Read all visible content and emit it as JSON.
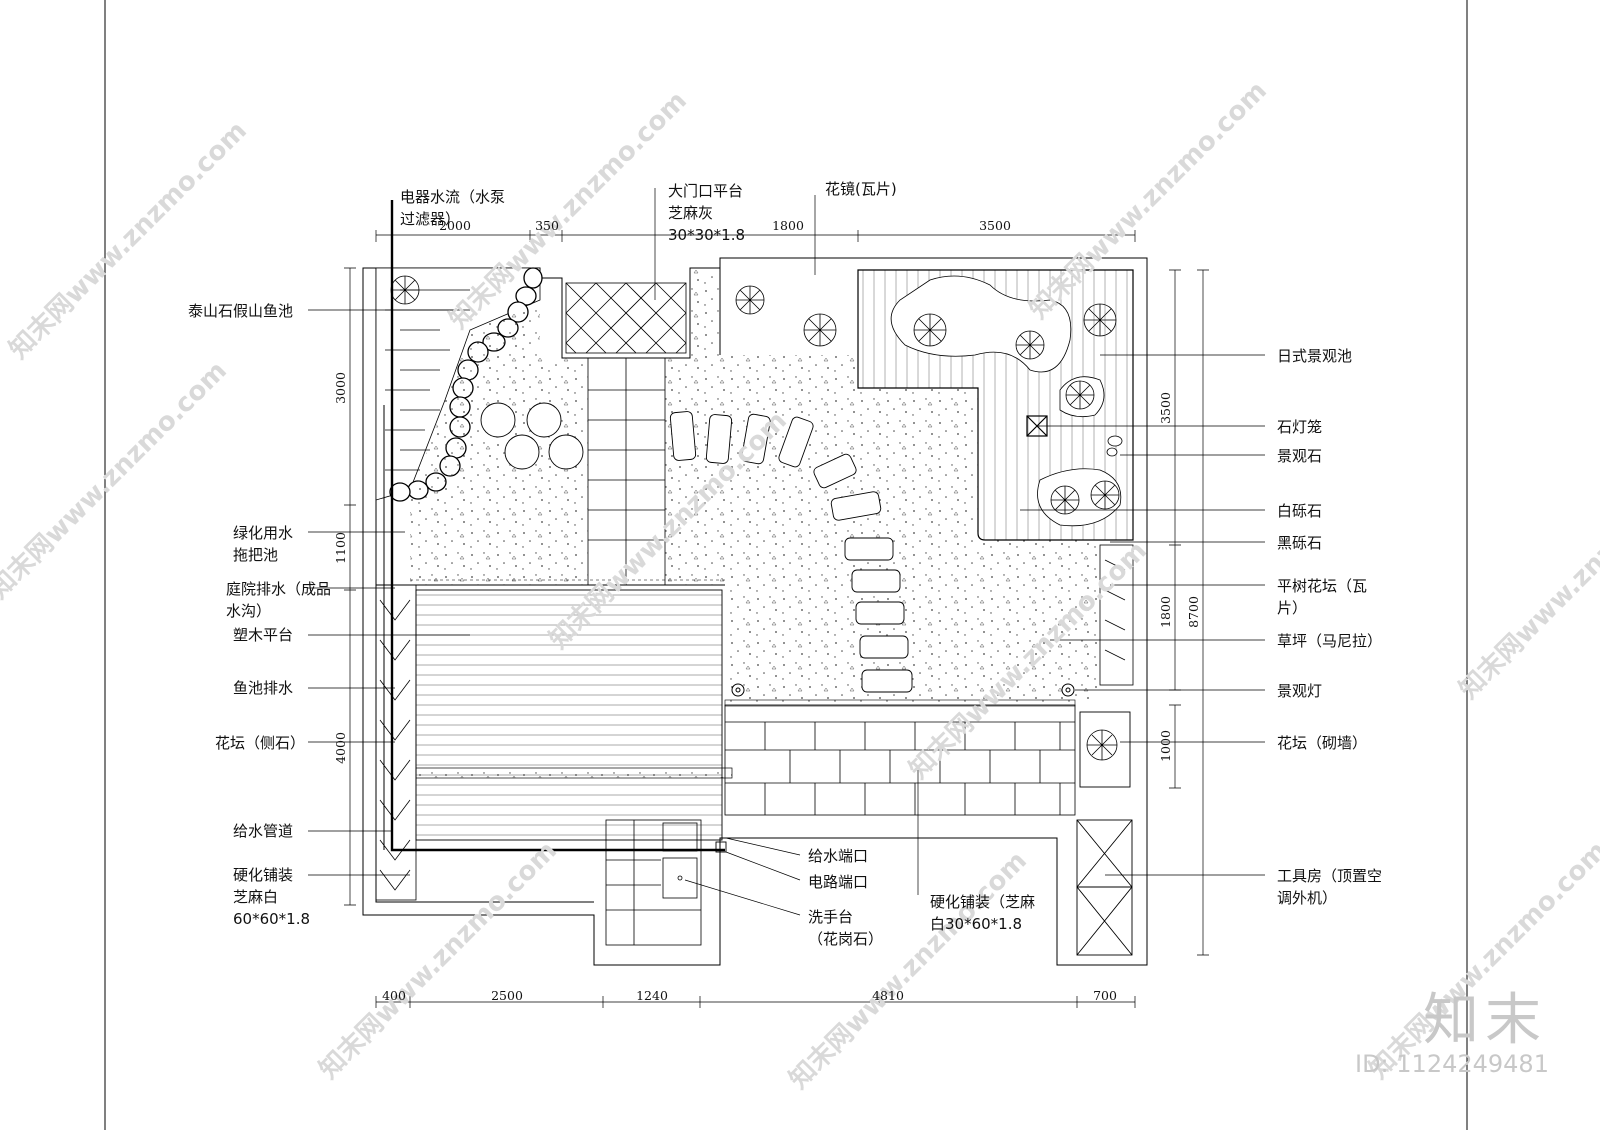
{
  "labels_left": [
    {
      "id": "fishpond",
      "lines": [
        "泰山石假山鱼池"
      ]
    },
    {
      "id": "mop-pool",
      "lines": [
        "绿化用水",
        "拖把池"
      ]
    },
    {
      "id": "drain",
      "lines": [
        "庭院排水（成品",
        "水沟）"
      ]
    },
    {
      "id": "deck",
      "lines": [
        "塑木平台"
      ]
    },
    {
      "id": "pond-drain",
      "lines": [
        "鱼池排水"
      ]
    },
    {
      "id": "flowerbed-side",
      "lines": [
        "花坛（侧石）"
      ]
    },
    {
      "id": "water-pipe",
      "lines": [
        "给水管道"
      ]
    },
    {
      "id": "paving-white",
      "lines": [
        "硬化铺装",
        "芝麻白",
        "60*60*1.8"
      ]
    }
  ],
  "labels_right": [
    {
      "id": "japanese-pond",
      "lines": [
        "日式景观池"
      ]
    },
    {
      "id": "stone-lantern",
      "lines": [
        "石灯笼"
      ]
    },
    {
      "id": "landscape-stone",
      "lines": [
        "景观石"
      ]
    },
    {
      "id": "white-gravel",
      "lines": [
        "白砾石"
      ]
    },
    {
      "id": "black-gravel",
      "lines": [
        "黑砾石"
      ]
    },
    {
      "id": "tree-bed",
      "lines": [
        "平树花坛（瓦",
        "片）"
      ]
    },
    {
      "id": "lawn",
      "lines": [
        "草坪（马尼拉）"
      ]
    },
    {
      "id": "garden-light",
      "lines": [
        "景观灯"
      ]
    },
    {
      "id": "flowerbed-wall",
      "lines": [
        "花坛（砌墙）"
      ]
    },
    {
      "id": "tool-room",
      "lines": [
        "工具房（顶置空",
        "调外机）"
      ]
    }
  ],
  "labels_top": [
    {
      "id": "pump",
      "lines": [
        "电器水流（水泵",
        "过滤器）"
      ]
    },
    {
      "id": "gate-platform",
      "lines": [
        "大门口平台",
        "芝麻灰",
        "30*30*1.8"
      ]
    },
    {
      "id": "flower-mirror",
      "lines": [
        "花镜(瓦片)"
      ]
    }
  ],
  "labels_bottom": [
    {
      "id": "water-port",
      "lines": [
        "给水端口"
      ]
    },
    {
      "id": "power-port",
      "lines": [
        "电路端口"
      ]
    },
    {
      "id": "wash-basin",
      "lines": [
        "洗手台",
        "（花岗石）"
      ]
    },
    {
      "id": "paving-hard",
      "lines": [
        "硬化铺装（芝麻",
        "白30*60*1.8"
      ]
    }
  ],
  "dimensions": {
    "top": [
      "2000",
      "350",
      "1800",
      "3500"
    ],
    "bottom": [
      "400",
      "2500",
      "1240",
      "4810",
      "700"
    ],
    "left": [
      "3000",
      "1100",
      "4000"
    ],
    "right": [
      "3500",
      "1800",
      "1000",
      "8700"
    ]
  },
  "watermark": {
    "site": "知末网www.znzmo.com",
    "brand": "知末",
    "id": "ID: 1124249481"
  }
}
